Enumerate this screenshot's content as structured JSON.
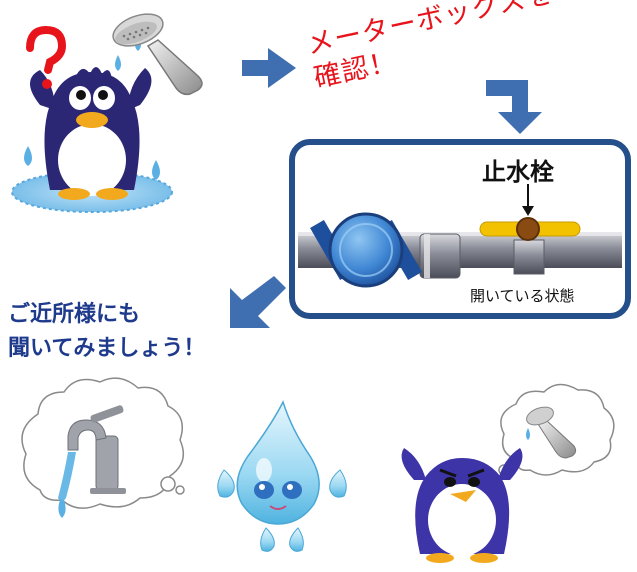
{
  "check_meter_box": {
    "line1": "メーターボックスを",
    "line2": "確認！"
  },
  "meter_box": {
    "valve_label": "止水栓",
    "status_label": "開いている状態"
  },
  "ask_neighbors": {
    "line1": "ご近所様にも",
    "line2": "聞いてみましょう！"
  },
  "colors": {
    "arrow": "#3f6fb0",
    "red_text": "#e8141c",
    "navy_text": "#1e3a8c",
    "box_border": "#244f8a",
    "penguin_body": "#2b2775",
    "valve": "#f2c200"
  },
  "icons": [
    "question-mark-icon",
    "shower-head-icon",
    "faucet-icon",
    "water-drop-icon",
    "water-meter-icon",
    "stop-valve-icon"
  ]
}
